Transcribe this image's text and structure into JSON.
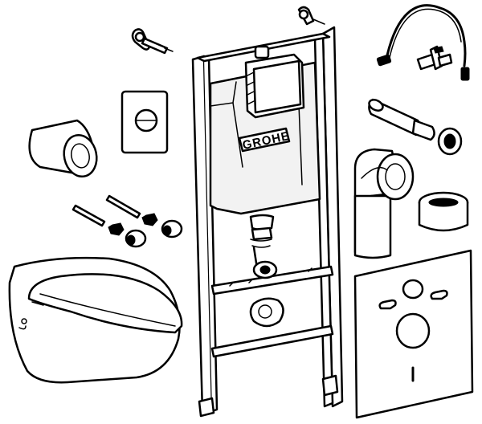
{
  "diagram": {
    "brand_label": "GROHE",
    "colors": {
      "line": "#000000",
      "fill": "#ffffff"
    },
    "parts": [
      {
        "name": "wall-hung-toilet-bowl"
      },
      {
        "name": "soft-close-seat"
      },
      {
        "name": "installation-frame"
      },
      {
        "name": "concealed-cistern"
      },
      {
        "name": "flush-plate"
      },
      {
        "name": "wall-bracket"
      },
      {
        "name": "flush-pipe-connector"
      },
      {
        "name": "pan-connector-bend"
      },
      {
        "name": "cistern-cap"
      },
      {
        "name": "supply-hose"
      },
      {
        "name": "angle-valve"
      },
      {
        "name": "fixing-bolts"
      },
      {
        "name": "sound-insulation-pad"
      }
    ]
  }
}
